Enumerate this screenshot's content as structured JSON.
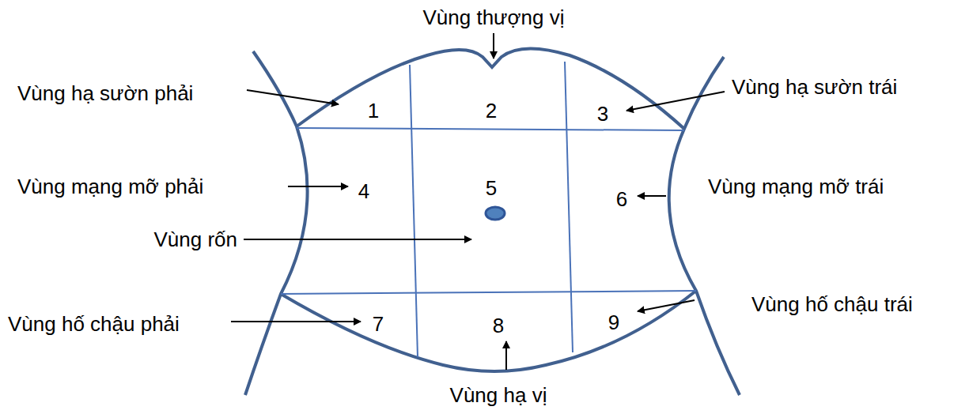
{
  "diagram": {
    "labels": [
      "Vùng thượng vị",
      "Vùng hạ sườn phải",
      "1",
      "2",
      "3",
      "Vùng hạ sườn trái",
      "Vùng mạng mỡ phải",
      "4",
      "5",
      "6",
      "Vùng mạng mỡ trái",
      "Vùng rốn",
      "Vùng hố chậu phải",
      "7",
      "8",
      "9",
      "Vùng hố chậu trái",
      "Vùng hạ vị"
    ]
  }
}
